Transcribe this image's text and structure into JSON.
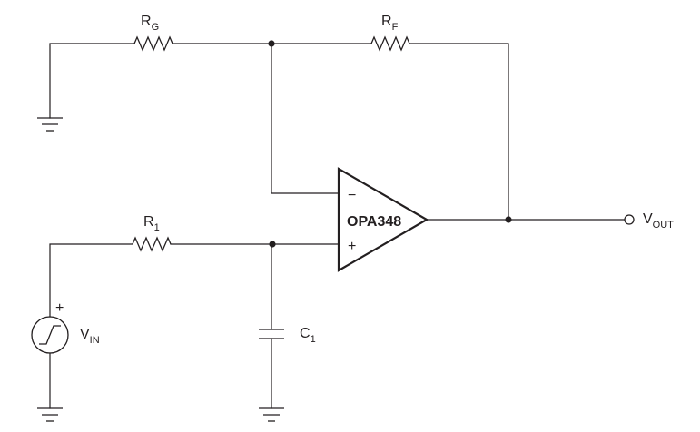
{
  "labels": {
    "rg": {
      "main": "R",
      "sub": "G"
    },
    "rf": {
      "main": "R",
      "sub": "F"
    },
    "r1": {
      "main": "R",
      "sub": "1"
    },
    "c1": {
      "main": "C",
      "sub": "1"
    },
    "vin": {
      "main": "V",
      "sub": "IN"
    },
    "vout": {
      "main": "V",
      "sub": "OUT"
    },
    "opamp": "OPA348",
    "inverting_sign": "−",
    "noninverting_sign": "+",
    "source_polarity": "+"
  },
  "colors": {
    "ink": "#231f20",
    "background": "#ffffff"
  }
}
